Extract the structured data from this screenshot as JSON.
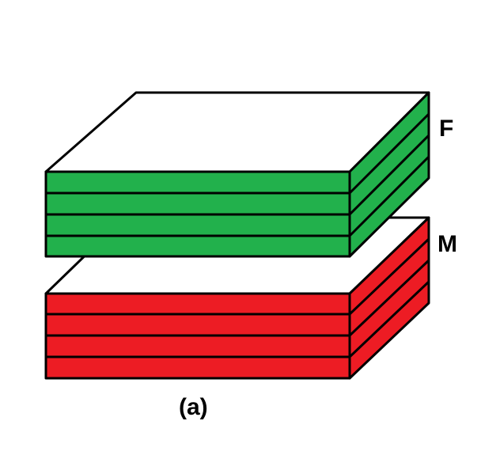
{
  "labels": {
    "top_block": "F",
    "bottom_block": "M",
    "caption": "(a)"
  },
  "colors": {
    "top_block": "#22b14c",
    "bottom_block": "#ed1c24",
    "top_face": "#ffffff",
    "outline": "#000000"
  },
  "blocks": {
    "top_layer_count": 4,
    "bottom_layer_count": 4
  }
}
